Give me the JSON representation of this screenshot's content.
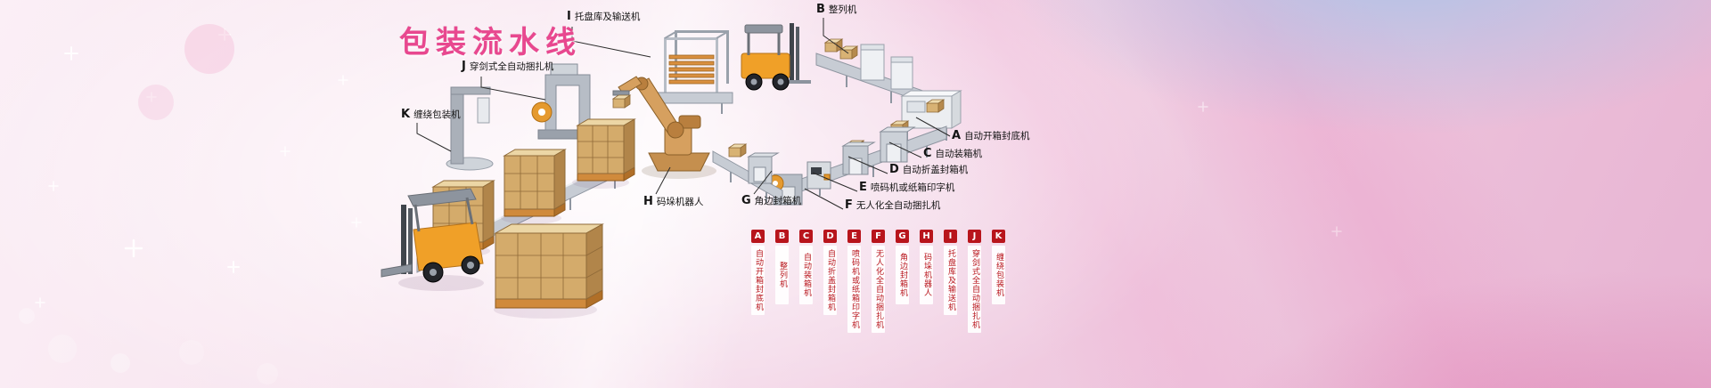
{
  "title": "包装流水线",
  "colors": {
    "title_pink": "#e8488f",
    "legend_red": "#b8151c"
  },
  "machines": [
    {
      "letter": "A",
      "label": "自动开箱封底机"
    },
    {
      "letter": "B",
      "label": "整列机"
    },
    {
      "letter": "C",
      "label": "自动装箱机"
    },
    {
      "letter": "D",
      "label": "自动折盖封箱机"
    },
    {
      "letter": "E",
      "label": "喷码机或纸箱印字机"
    },
    {
      "letter": "F",
      "label": "无人化全自动捆扎机"
    },
    {
      "letter": "G",
      "label": "角边封箱机"
    },
    {
      "letter": "H",
      "label": "码垛机器人"
    },
    {
      "letter": "I",
      "label": "托盘库及输送机"
    },
    {
      "letter": "J",
      "label": "穿剑式全自动捆扎机"
    },
    {
      "letter": "K",
      "label": "缠绕包装机"
    }
  ]
}
